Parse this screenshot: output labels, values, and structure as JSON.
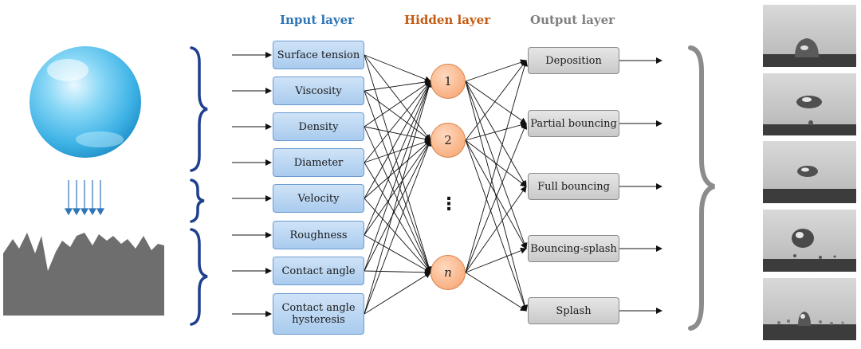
{
  "layers": {
    "input_title": "Input layer",
    "hidden_title": "Hidden layer",
    "output_title": "Output layer"
  },
  "inputs": [
    "Surface tension",
    "Viscosity",
    "Density",
    "Diameter",
    "Velocity",
    "Roughness",
    "Contact angle",
    "Contact angle hysteresis"
  ],
  "hidden_nodes": [
    "1",
    "2",
    "n"
  ],
  "hidden_ellipsis": "⋮",
  "outputs": [
    "Deposition",
    "Partial bouncing",
    "Full bouncing",
    "Bouncing-splash",
    "Splash"
  ],
  "colors": {
    "input_title": "#2e75b6",
    "hidden_title": "#c55a11",
    "output_title": "#7f7f7f",
    "brace_blue": "#1f3f8f",
    "brace_gray": "#8c8c8c",
    "droplet": "#5bc8f0",
    "surface": "#6e6e6e"
  },
  "icons": {
    "droplet": "droplet-sphere-icon",
    "impact_arrows": "downward-arrows-icon",
    "surface": "rough-surface-icon"
  }
}
